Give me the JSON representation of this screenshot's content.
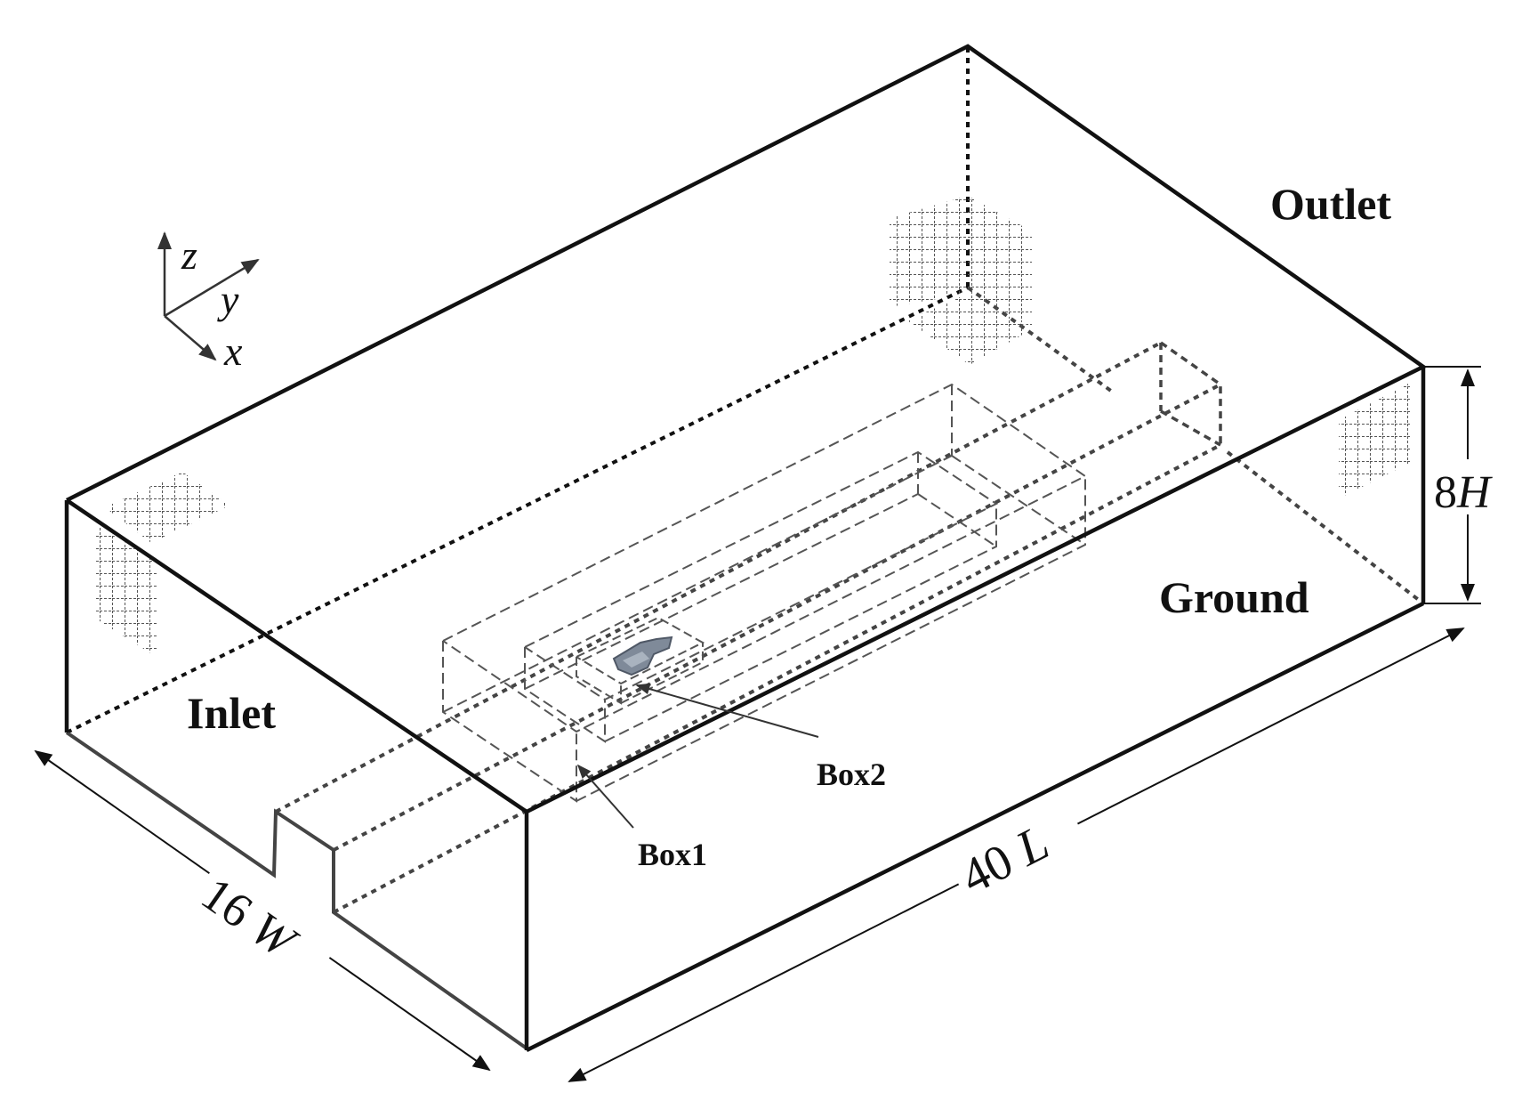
{
  "labels": {
    "outlet": "Outlet",
    "inlet": "Inlet",
    "ground": "Ground",
    "box1": "Box1",
    "box2": "Box2"
  },
  "dimensions": {
    "height_num": "8",
    "height_sym": "H",
    "width_num": "16",
    "width_sym": "W",
    "length_num": "40",
    "length_sym": "L"
  },
  "axes": {
    "z": "z",
    "y": "y",
    "x": "x"
  },
  "colors": {
    "solid_edge": "#111111",
    "dashed_edge": "#444444",
    "grid": "#555555",
    "vehicle": "#7f8a99"
  }
}
